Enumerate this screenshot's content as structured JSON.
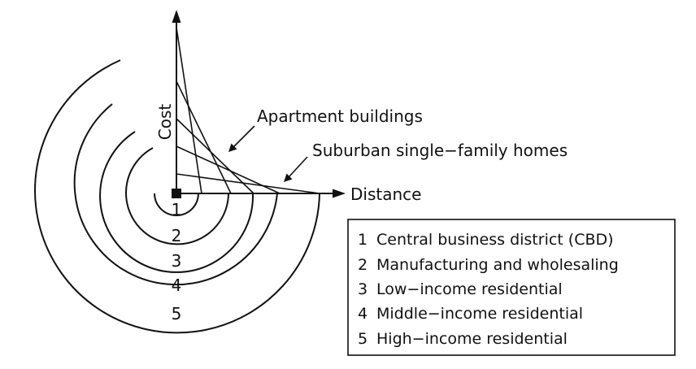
{
  "axes": {
    "y_label": "Cost",
    "x_label": "Distance"
  },
  "curve_labels": {
    "apartment": "Apartment buildings",
    "suburban": "Suburban single−family homes"
  },
  "zones": [
    {
      "number": "1",
      "label": "Central business district (CBD)"
    },
    {
      "number": "2",
      "label": "Manufacturing and wholesaling"
    },
    {
      "number": "3",
      "label": "Low−income residential"
    },
    {
      "number": "4",
      "label": "Middle−income residential"
    },
    {
      "number": "5",
      "label": "High−income residential"
    }
  ]
}
